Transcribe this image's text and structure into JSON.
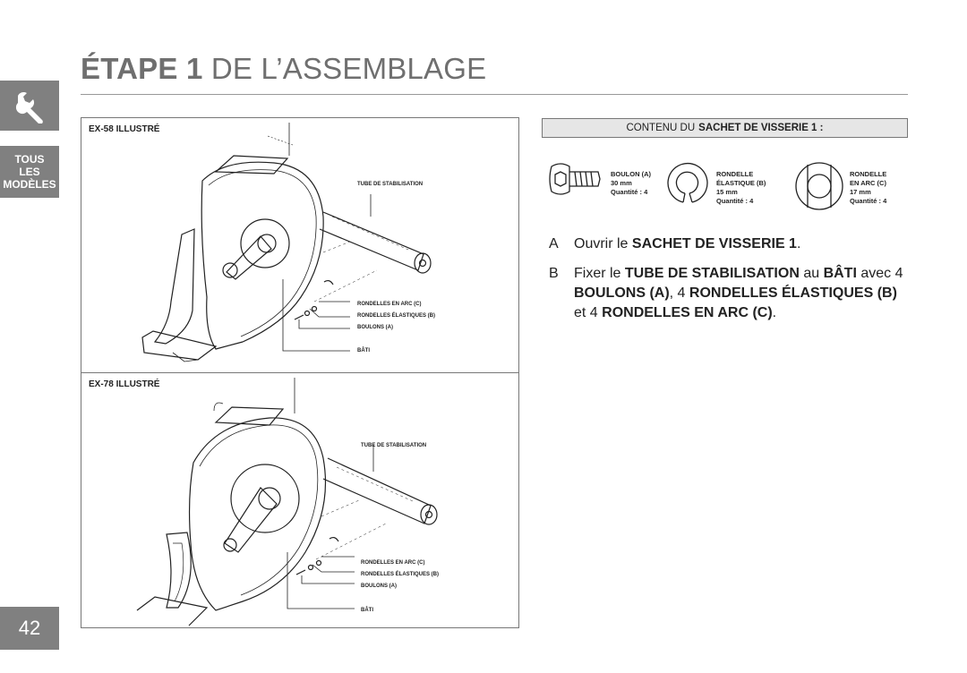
{
  "sidebar": {
    "tool_icon": "wrench-icon",
    "models_lines": [
      "TOUS",
      "LES",
      "MODÈLES"
    ],
    "page_number": "42"
  },
  "header": {
    "title_bold": "ÉTAPE 1",
    "title_rest": "DE L’ASSEMBLAGE"
  },
  "figures": {
    "top": {
      "label": "EX-58 ILLUSTRÉ",
      "callouts": {
        "tube": "TUBE DE STABILISATION",
        "arc_washers": "RONDELLES EN ARC (C)",
        "spring_washers": "RONDELLES ÉLASTIQUES (B)",
        "bolts": "BOULONS (A)",
        "frame": "BÂTI"
      }
    },
    "bottom": {
      "label": "EX-78 ILLUSTRÉ",
      "callouts": {
        "tube": "TUBE DE STABILISATION",
        "arc_washers": "RONDELLES EN ARC (C)",
        "spring_washers": "RONDELLES ÉLASTIQUES (B)",
        "bolts": "BOULONS (A)",
        "frame": "BÂTI"
      }
    }
  },
  "hardware_kit": {
    "heading_plain": "CONTENU DU",
    "heading_bold": "SACHET DE VISSERIE 1 :",
    "parts": [
      {
        "icon": "bolt-icon",
        "lines": [
          "BOULON (A)",
          "30 mm",
          "Quantité : 4"
        ]
      },
      {
        "icon": "spring-washer-icon",
        "lines": [
          "RONDELLE",
          "ÉLASTIQUE (B)",
          "15 mm",
          "Quantité : 4"
        ]
      },
      {
        "icon": "arc-washer-icon",
        "lines": [
          "RONDELLE",
          "EN ARC (C)",
          "17 mm",
          "Quantité : 4"
        ]
      }
    ]
  },
  "steps": [
    {
      "letter": "A",
      "parts": [
        {
          "t": "Ouvrir le ",
          "b": false
        },
        {
          "t": "SACHET DE VISSERIE 1",
          "b": true
        },
        {
          "t": ".",
          "b": false
        }
      ]
    },
    {
      "letter": "B",
      "parts": [
        {
          "t": "Fixer le ",
          "b": false
        },
        {
          "t": "TUBE DE STABILISATION",
          "b": true
        },
        {
          "t": " au ",
          "b": false
        },
        {
          "t": "BÂTI",
          "b": true
        },
        {
          "t": " avec 4 ",
          "b": false
        },
        {
          "t": "BOULONS (A)",
          "b": true
        },
        {
          "t": ", 4 ",
          "b": false
        },
        {
          "t": "RONDELLES ÉLASTIQUES (B)",
          "b": true
        },
        {
          "t": " et 4 ",
          "b": false
        },
        {
          "t": "RONDELLES EN ARC (C)",
          "b": true
        },
        {
          "t": ".",
          "b": false
        }
      ]
    }
  ]
}
